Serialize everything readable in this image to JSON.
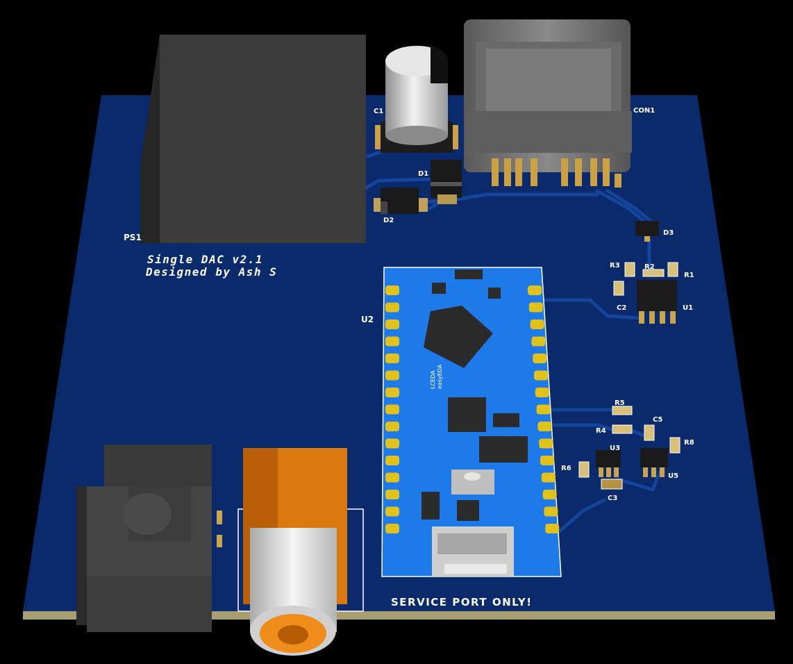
{
  "board": {
    "title_line1": "Single DAC v2.1",
    "title_line2": "Designed by Ash S",
    "service_label": "SERVICE PORT ONLY!",
    "mcu_logo_line1": "LCEDA",
    "mcu_logo_line2": "easyEDA"
  },
  "designators": {
    "ps1": "PS1",
    "c1": "C1",
    "d1": "D1",
    "d2": "D2",
    "d3": "D3",
    "con1": "CON1",
    "u1": "U1",
    "u2": "U2",
    "u3": "U3",
    "u5": "U5",
    "r1": "R1",
    "r2": "R2",
    "r3": "R3",
    "r4": "R4",
    "r5": "R5",
    "r6": "R6",
    "r8": "R8",
    "c2": "C2",
    "c3": "C3",
    "c5": "C5"
  },
  "colors": {
    "background": "#000000",
    "pcb_soldermask": "#0b2a6b",
    "trace": "#15449b",
    "silkscreen": "#ffffff",
    "module_board": "#1e7ae8",
    "pad_gold": "#e0c21a",
    "rca_body": "#d9780f",
    "toslink_body": "#3c3c3c",
    "psu_body": "#3a3a3a"
  }
}
